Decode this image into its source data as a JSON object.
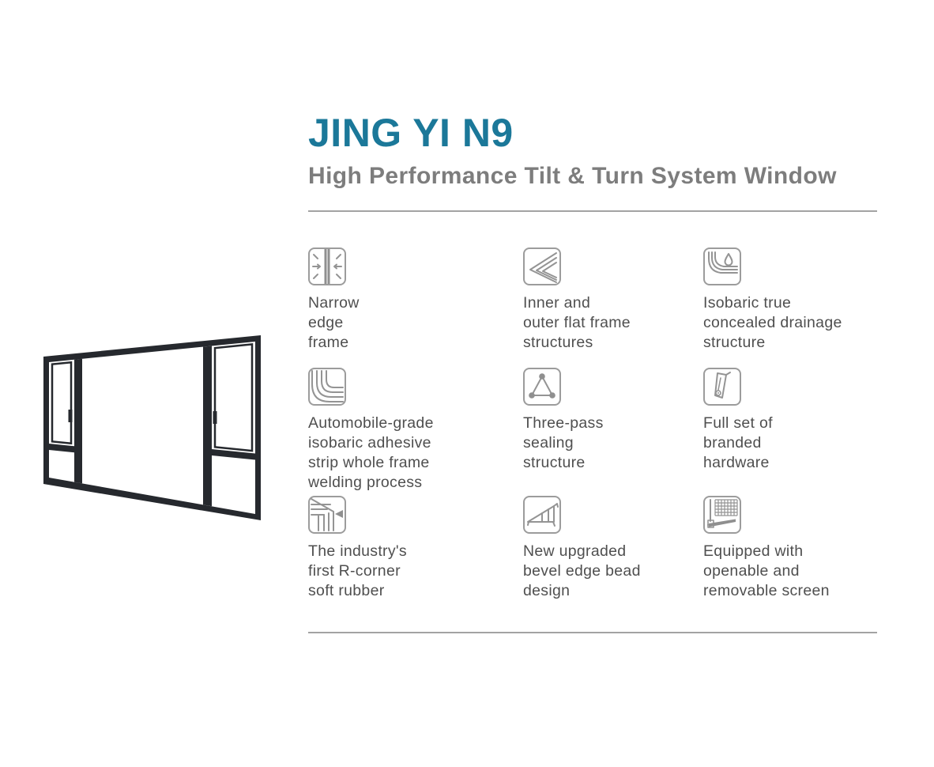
{
  "header": {
    "title": "JING YI N9",
    "subtitle": "High Performance Tilt & Turn System Window"
  },
  "colors": {
    "accent": "#1b7899",
    "subtitle_gray": "#7d7d7d",
    "label_gray": "#4f4f4f",
    "icon_stroke": "#949494",
    "divider": "#a3a3a3",
    "window_frame": "#26292e"
  },
  "product_image": {
    "alt": "black aluminium tilt and turn window frame, perspective view"
  },
  "features": [
    {
      "icon": "narrow-edge-frame-icon",
      "label": "Narrow\nedge\nframe"
    },
    {
      "icon": "flat-frame-structures-icon",
      "label": "Inner and\nouter flat frame\nstructures"
    },
    {
      "icon": "concealed-drainage-icon",
      "label": "Isobaric true\nconcealed drainage\nstructure"
    },
    {
      "icon": "frame-welding-icon",
      "label": "Automobile-grade\nisobaric adhesive\nstrip whole frame\nwelding process"
    },
    {
      "icon": "three-pass-sealing-icon",
      "label": "Three-pass\nsealing\nstructure"
    },
    {
      "icon": "branded-hardware-icon",
      "label": "Full set of\nbranded\nhardware"
    },
    {
      "icon": "r-corner-soft-rubber-icon",
      "label": "The industry's\nfirst R-corner\nsoft rubber"
    },
    {
      "icon": "bevel-edge-bead-icon",
      "label": "New upgraded\nbevel edge bead\ndesign"
    },
    {
      "icon": "removable-screen-icon",
      "label": "Equipped with\nopenable and\nremovable screen"
    }
  ]
}
